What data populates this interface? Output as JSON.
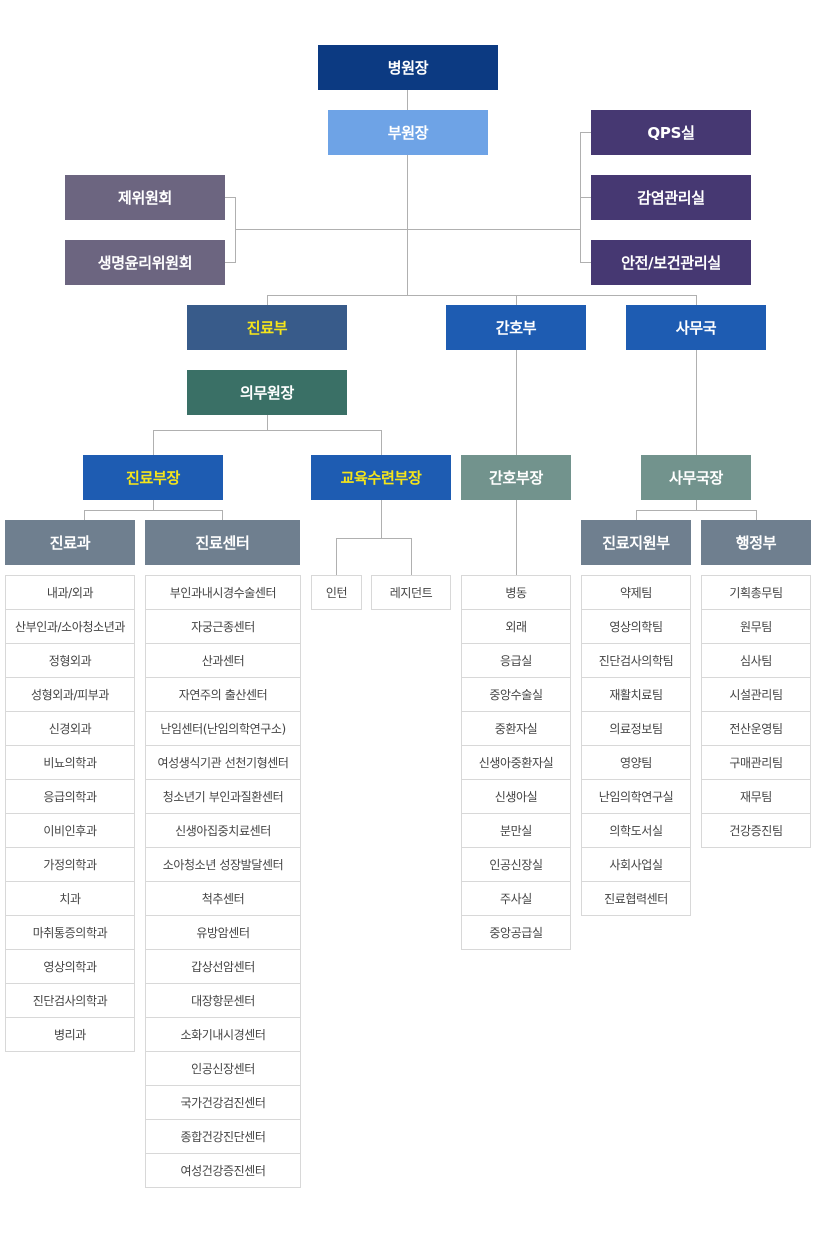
{
  "director": "병원장",
  "vice_director": "부원장",
  "committees": [
    "제위원회",
    "생명윤리위원회"
  ],
  "offices": [
    "QPS실",
    "감염관리실",
    "안전/보건관리실"
  ],
  "divisions": {
    "medical": "진료부",
    "nursing": "간호부",
    "admin": "사무국"
  },
  "medical_chief": "의무원장",
  "heads": {
    "medical_head": "진료부장",
    "education_head": "교육수련부장",
    "nursing_head": "간호부장",
    "admin_head": "사무국장"
  },
  "groups": {
    "departments": "진료과",
    "centers": "진료센터",
    "support": "진료지원부",
    "administration": "행정부"
  },
  "trainees": [
    "인턴",
    "레지던트"
  ],
  "lists": {
    "departments": [
      "내과/외과",
      "산부인과/소아청소년과",
      "정형외과",
      "성형외과/피부과",
      "신경외과",
      "비뇨의학과",
      "응급의학과",
      "이비인후과",
      "가정의학과",
      "치과",
      "마취통증의학과",
      "영상의학과",
      "진단검사의학과",
      "병리과"
    ],
    "centers": [
      "부인과내시경수술센터",
      "자궁근종센터",
      "산과센터",
      "자연주의 출산센터",
      "난임센터(난임의학연구소)",
      "여성생식기관 선천기형센터",
      "청소년기 부인과질환센터",
      "신생아집중치료센터",
      "소아청소년 성장발달센터",
      "척추센터",
      "유방암센터",
      "갑상선암센터",
      "대장항문센터",
      "소화기내시경센터",
      "인공신장센터",
      "국가건강검진센터",
      "종합건강진단센터",
      "여성건강증진센터"
    ],
    "nursing": [
      "병동",
      "외래",
      "응급실",
      "중앙수술실",
      "중환자실",
      "신생아중환자실",
      "신생아실",
      "분만실",
      "인공신장실",
      "주사실",
      "중앙공급실"
    ],
    "support": [
      "약제팀",
      "영상의학팀",
      "진단검사의학팀",
      "재활치료팀",
      "의료정보팀",
      "영양팀",
      "난임의학연구실",
      "의학도서실",
      "사회사업실",
      "진료협력센터"
    ],
    "administration": [
      "기획총무팀",
      "원무팀",
      "심사팀",
      "시설관리팀",
      "전산운영팀",
      "구매관리팀",
      "재무팀",
      "건강증진팀"
    ]
  }
}
